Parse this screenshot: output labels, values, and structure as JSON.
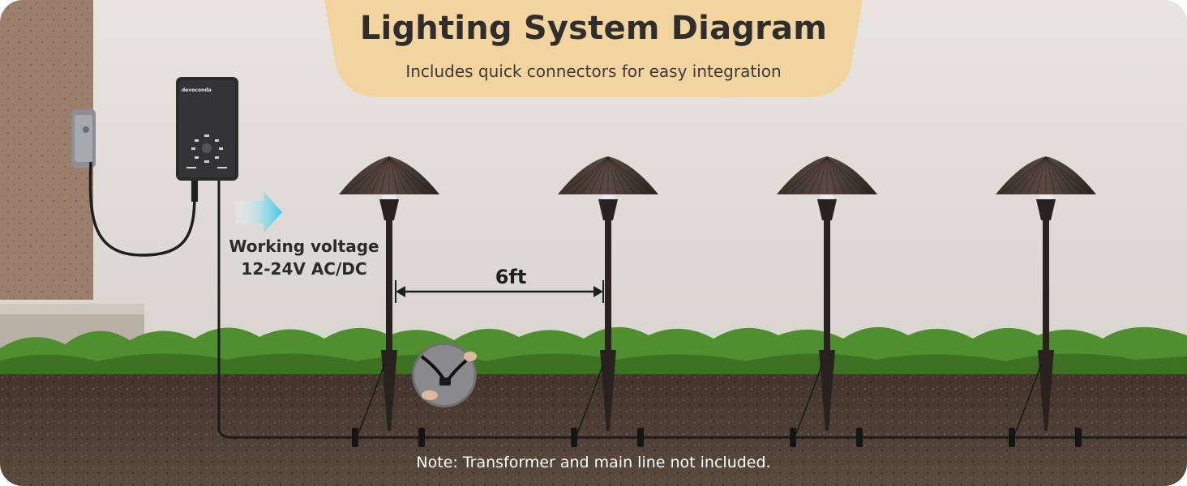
{
  "diagram": {
    "title": "Lighting System Diagram",
    "subtitle": "Includes quick connectors for easy integration",
    "voltage_label_line1": "Working voltage",
    "voltage_label_line2": "12-24V AC/DC",
    "spacing_label": "6ft",
    "note": "Note: Transformer and main line not included.",
    "brand": "devoconda",
    "light_count": 4
  },
  "colors": {
    "wall": "#e3e0dc",
    "banner": "#f3d49e",
    "soil": "#4a3c32",
    "grass": "#4f8f2e",
    "fixture": "#2a221e",
    "arrow": "#3ec6e0"
  },
  "icons": {
    "transformer": "transformer-icon",
    "outlet": "outlet-icon",
    "arrow": "arrow-right-icon",
    "connector": "quick-connector-icon",
    "light": "path-light-icon"
  }
}
